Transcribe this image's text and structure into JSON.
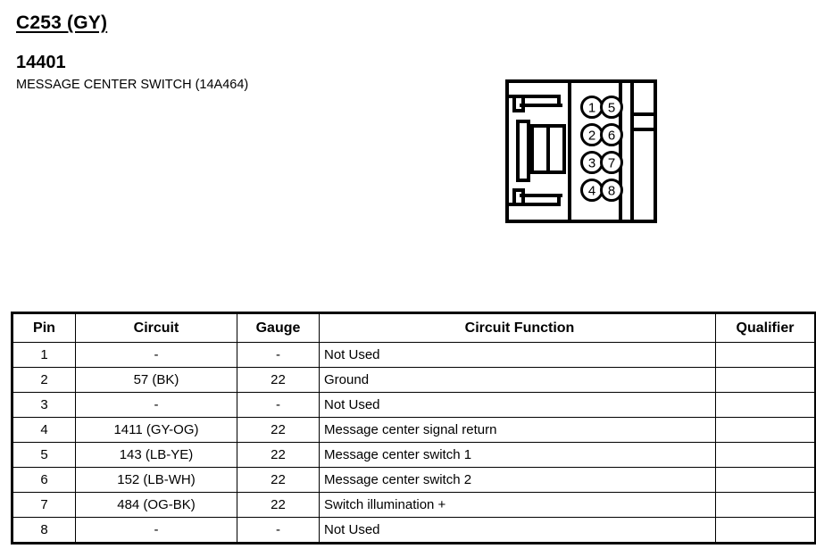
{
  "header": {
    "connector_id": "C253 (GY)",
    "part_number": "14401",
    "part_name": "MESSAGE CENTER SWITCH (14A464)"
  },
  "connector": {
    "label": "8-way connector face view",
    "pin_count": 8,
    "left_column_pins": [
      "1",
      "2",
      "3",
      "4"
    ],
    "right_column_pins": [
      "5",
      "6",
      "7",
      "8"
    ],
    "pins": [
      {
        "number": "1",
        "col": 0,
        "row": 0
      },
      {
        "number": "2",
        "col": 0,
        "row": 1
      },
      {
        "number": "3",
        "col": 0,
        "row": 2
      },
      {
        "number": "4",
        "col": 0,
        "row": 3
      },
      {
        "number": "5",
        "col": 1,
        "row": 0
      },
      {
        "number": "6",
        "col": 1,
        "row": 1
      },
      {
        "number": "7",
        "col": 1,
        "row": 2
      },
      {
        "number": "8",
        "col": 1,
        "row": 3
      }
    ]
  },
  "table": {
    "columns": [
      "Pin",
      "Circuit",
      "Gauge",
      "Circuit Function",
      "Qualifier"
    ],
    "rows": [
      {
        "pin": "1",
        "circuit": "-",
        "gauge": "-",
        "function": "Not Used",
        "qualifier": ""
      },
      {
        "pin": "2",
        "circuit": "57 (BK)",
        "gauge": "22",
        "function": "Ground",
        "qualifier": ""
      },
      {
        "pin": "3",
        "circuit": "-",
        "gauge": "-",
        "function": "Not Used",
        "qualifier": ""
      },
      {
        "pin": "4",
        "circuit": "1411 (GY-OG)",
        "gauge": "22",
        "function": "Message center signal return",
        "qualifier": ""
      },
      {
        "pin": "5",
        "circuit": "143 (LB-YE)",
        "gauge": "22",
        "function": "Message center switch 1",
        "qualifier": ""
      },
      {
        "pin": "6",
        "circuit": "152 (LB-WH)",
        "gauge": "22",
        "function": "Message center switch 2",
        "qualifier": ""
      },
      {
        "pin": "7",
        "circuit": "484 (OG-BK)",
        "gauge": "22",
        "function": "Switch illumination +",
        "qualifier": ""
      },
      {
        "pin": "8",
        "circuit": "-",
        "gauge": "-",
        "function": "Not Used",
        "qualifier": ""
      }
    ]
  },
  "colors": {
    "ink": "#000000",
    "paper": "#ffffff"
  }
}
